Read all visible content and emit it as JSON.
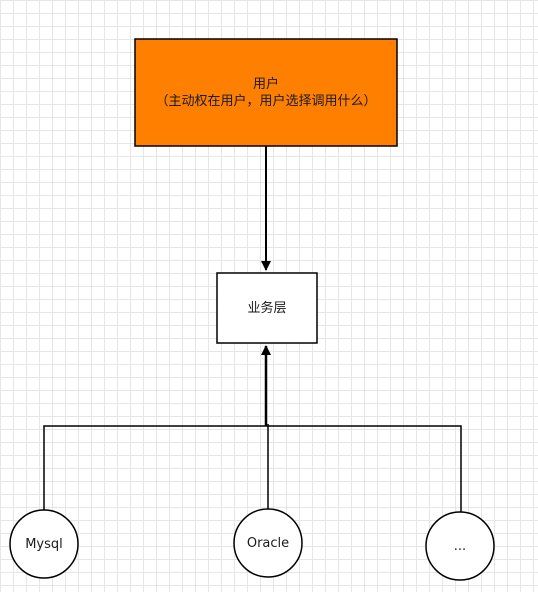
{
  "nodes": {
    "user": {
      "title": "用户",
      "subtitle": "（主动权在用户，用户选择调用什么）",
      "fill": "#ff8000"
    },
    "business": {
      "label": "业务层"
    },
    "mysql": {
      "label": "Mysql"
    },
    "oracle": {
      "label": "Oracle"
    },
    "more": {
      "label": "..."
    }
  },
  "colors": {
    "stroke": "#000000",
    "node_fill": "#ffffff",
    "grid": "#e6e6e6"
  }
}
